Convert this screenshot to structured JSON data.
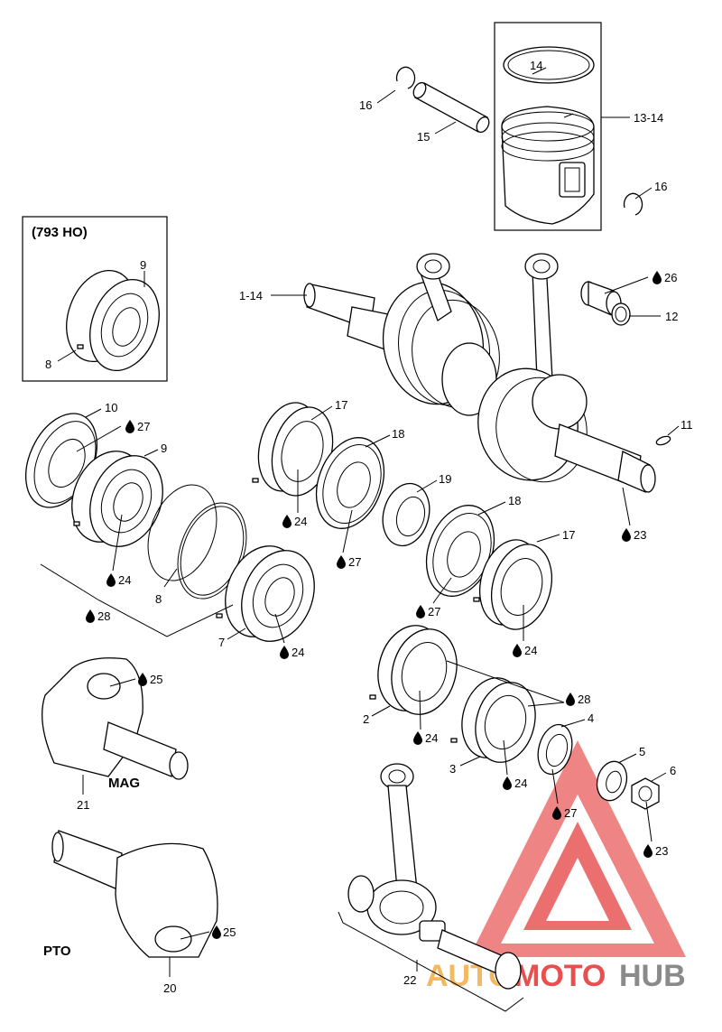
{
  "title_box": {
    "label": "(793 HO)"
  },
  "captions": {
    "mag": "MAG",
    "pto": "PTO"
  },
  "callouts": {
    "c14_ring": "14",
    "c16_top": "16",
    "c15": "15",
    "c13_14": "13-14",
    "c16_right": "16",
    "c9_box": "9",
    "c8_box": "8",
    "c1_14": "1-14",
    "c26": "26",
    "c12": "12",
    "c10": "10",
    "c27_a": "27",
    "c9": "9",
    "c17_a": "17",
    "c18_a": "18",
    "c11": "11",
    "c19": "19",
    "c24_a": "24",
    "c27_b": "27",
    "c23_a": "23",
    "c18_b": "18",
    "c17_b": "17",
    "c24_b": "24",
    "c8": "8",
    "c28_a": "28",
    "c27_c": "27",
    "c24_c": "24",
    "c7": "7",
    "c24_d": "24",
    "c25_a": "25",
    "c28_b": "28",
    "c2": "2",
    "c24_e": "24",
    "c4": "4",
    "c3": "3",
    "c24_f": "24",
    "c5": "5",
    "c6": "6",
    "c27_d": "27",
    "c21": "21",
    "c23_b": "23",
    "c25_b": "25",
    "c20": "20",
    "c22": "22"
  },
  "watermark": {
    "part1": "AUTO",
    "part2": "MOTO",
    "part3": "HUB",
    "color_red": "#e84f4f",
    "color_orange": "#f4b860",
    "color_gray": "#8a8a8a"
  }
}
